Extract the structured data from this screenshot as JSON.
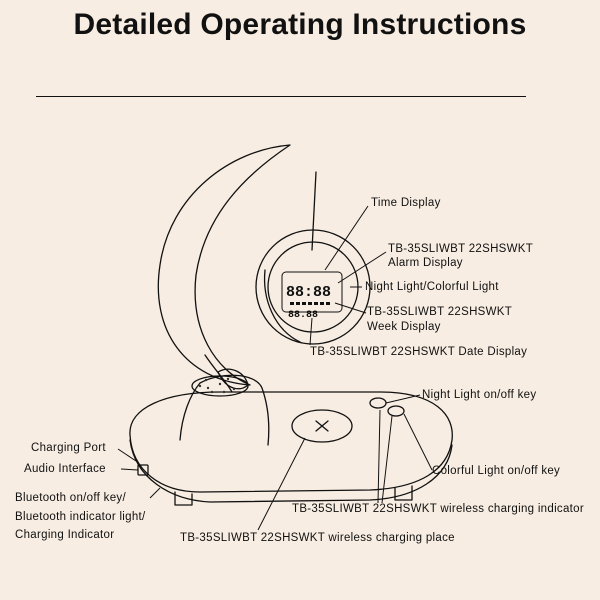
{
  "title": "Detailed Operating Instructions",
  "labels": {
    "time_display": "Time Display",
    "alarm_display_1": "TB-35SLIWBT 22SHSWKT",
    "alarm_display_2": "Alarm Display",
    "night_light_colorful": "Night Light/Colorful Light",
    "week_display_1": "TB-35SLIWBT 22SHSWKT",
    "week_display_2": "Week Display",
    "date_display": "TB-35SLIWBT 22SHSWKT Date Display",
    "night_light_key": "Night Light on/off key",
    "colorful_light_key": "Colorful Light on/off key",
    "charging_port": "Charging Port",
    "audio_interface": "Audio Interface",
    "bluetooth_key": "Bluetooth on/off key/",
    "bluetooth_indicator": "Bluetooth indicator light/",
    "charging_indicator": "Charging Indicator",
    "wireless_indicator": "TB-35SLIWBT 22SHSWKT wireless charging indicator",
    "wireless_place": "TB-35SLIWBT 22SHSWKT wireless charging place"
  },
  "clock_readout": {
    "time": "88:88",
    "date": "88.88"
  },
  "colors": {
    "background": "#f7ede2",
    "line": "#111111"
  }
}
